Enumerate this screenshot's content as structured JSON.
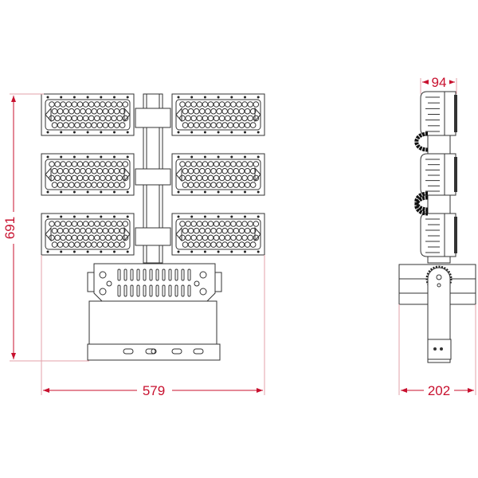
{
  "drawing": {
    "views": [
      "front-view",
      "side-view"
    ],
    "led_modules_per_view": 6,
    "dimensions": {
      "height": "691",
      "width": "579",
      "module_depth": "94",
      "side_depth": "202"
    },
    "colors": {
      "dimension": "#c8102e",
      "line": "#333333"
    }
  }
}
